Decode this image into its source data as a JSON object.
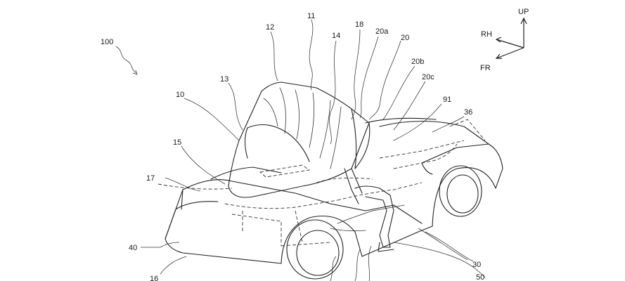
{
  "reference_labels": {
    "l100": "100",
    "l11": "11",
    "l12": "12",
    "l18": "18",
    "l20a": "20a",
    "l20": "20",
    "l14": "14",
    "l13": "13",
    "l20b": "20b",
    "l20c": "20c",
    "l10": "10",
    "l91": "91",
    "l36": "36",
    "l15": "15",
    "l17": "17",
    "l40": "40",
    "l16": "16",
    "l30": "30",
    "l50": "50"
  },
  "axes": {
    "up": "UP",
    "rh": "RH",
    "fr": "FR"
  }
}
